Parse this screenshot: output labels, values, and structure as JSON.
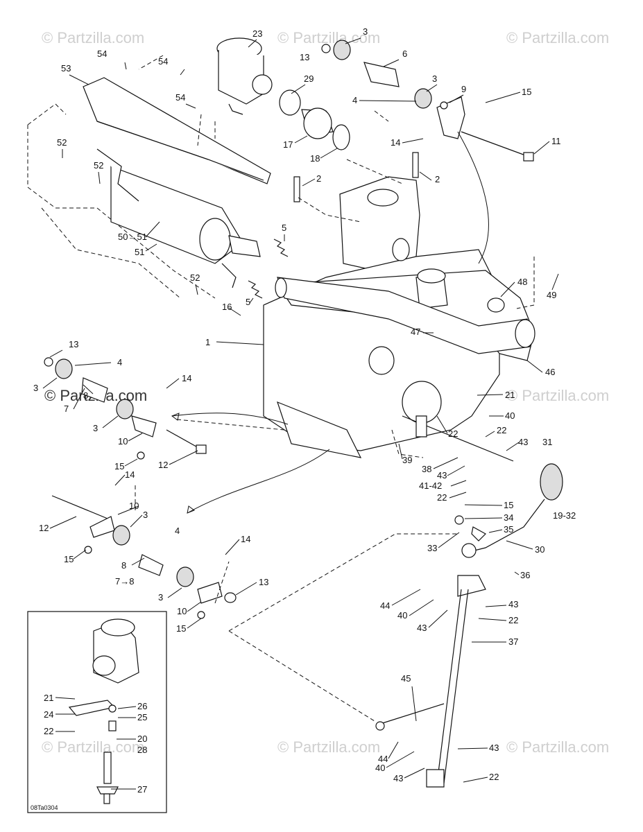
{
  "watermarks": {
    "brand": "© Partzilla.com",
    "prominent": "© Partzilla.com"
  },
  "drawing_code": "08Ta0304",
  "callouts": [
    {
      "id": "c23",
      "text": "23"
    },
    {
      "id": "c54a",
      "text": "54"
    },
    {
      "id": "c54b",
      "text": "54"
    },
    {
      "id": "c54c",
      "text": "54"
    },
    {
      "id": "c53",
      "text": "53"
    },
    {
      "id": "c29",
      "text": "29"
    },
    {
      "id": "c17",
      "text": "17"
    },
    {
      "id": "c18",
      "text": "18"
    },
    {
      "id": "c3a",
      "text": "3"
    },
    {
      "id": "c13a",
      "text": "13"
    },
    {
      "id": "c6",
      "text": "6"
    },
    {
      "id": "c4a",
      "text": "4"
    },
    {
      "id": "c3b",
      "text": "3"
    },
    {
      "id": "c9",
      "text": "9"
    },
    {
      "id": "c15a",
      "text": "15"
    },
    {
      "id": "c14a",
      "text": "14"
    },
    {
      "id": "c11",
      "text": "11"
    },
    {
      "id": "c2a",
      "text": "2"
    },
    {
      "id": "c2b",
      "text": "2"
    },
    {
      "id": "c52a",
      "text": "52"
    },
    {
      "id": "c52b",
      "text": "52"
    },
    {
      "id": "c5a",
      "text": "5"
    },
    {
      "id": "c50",
      "text": "50→51"
    },
    {
      "id": "c51",
      "text": "51"
    },
    {
      "id": "c52c",
      "text": "52"
    },
    {
      "id": "c5b",
      "text": "5"
    },
    {
      "id": "c16",
      "text": "16"
    },
    {
      "id": "c48",
      "text": "48"
    },
    {
      "id": "c49",
      "text": "49"
    },
    {
      "id": "c1",
      "text": "1"
    },
    {
      "id": "c47",
      "text": "47"
    },
    {
      "id": "c46",
      "text": "46"
    },
    {
      "id": "c13b",
      "text": "13"
    },
    {
      "id": "c4b",
      "text": "4"
    },
    {
      "id": "c3c",
      "text": "3"
    },
    {
      "id": "c8a",
      "text": "8"
    },
    {
      "id": "c7a",
      "text": "7"
    },
    {
      "id": "c14b",
      "text": "14"
    },
    {
      "id": "c3d",
      "text": "3"
    },
    {
      "id": "c10a",
      "text": "10"
    },
    {
      "id": "c15b",
      "text": "15"
    },
    {
      "id": "c12a",
      "text": "12"
    },
    {
      "id": "c21a",
      "text": "21"
    },
    {
      "id": "c40a",
      "text": "40"
    },
    {
      "id": "c22a",
      "text": "22"
    },
    {
      "id": "c22b",
      "text": "22"
    },
    {
      "id": "c43a",
      "text": "43"
    },
    {
      "id": "c31",
      "text": "31"
    },
    {
      "id": "c39",
      "text": "39"
    },
    {
      "id": "c38",
      "text": "38"
    },
    {
      "id": "c43b",
      "text": "43"
    },
    {
      "id": "c4142",
      "text": "41-42"
    },
    {
      "id": "c22c",
      "text": "22"
    },
    {
      "id": "c15c",
      "text": "15"
    },
    {
      "id": "c1932",
      "text": "19-32"
    },
    {
      "id": "c34",
      "text": "34"
    },
    {
      "id": "c35",
      "text": "35"
    },
    {
      "id": "c33",
      "text": "33"
    },
    {
      "id": "c30",
      "text": "30"
    },
    {
      "id": "c14c",
      "text": "14"
    },
    {
      "id": "c10b",
      "text": "10"
    },
    {
      "id": "c3e",
      "text": "3"
    },
    {
      "id": "c12b",
      "text": "12"
    },
    {
      "id": "c4c",
      "text": "4"
    },
    {
      "id": "c15d",
      "text": "15"
    },
    {
      "id": "c8b",
      "text": "8"
    },
    {
      "id": "c78",
      "text": "7→8"
    },
    {
      "id": "c14d",
      "text": "14"
    },
    {
      "id": "c3f",
      "text": "3"
    },
    {
      "id": "c13c",
      "text": "13"
    },
    {
      "id": "c10c",
      "text": "10"
    },
    {
      "id": "c15e",
      "text": "15"
    },
    {
      "id": "c36",
      "text": "36"
    },
    {
      "id": "c44a",
      "text": "44"
    },
    {
      "id": "c40b",
      "text": "40"
    },
    {
      "id": "c43c",
      "text": "43"
    },
    {
      "id": "c22d",
      "text": "22"
    },
    {
      "id": "c43d",
      "text": "43"
    },
    {
      "id": "c37",
      "text": "37"
    },
    {
      "id": "c45",
      "text": "45"
    },
    {
      "id": "c44b",
      "text": "44"
    },
    {
      "id": "c40c",
      "text": "40"
    },
    {
      "id": "c43e",
      "text": "43"
    },
    {
      "id": "c43f",
      "text": "43"
    },
    {
      "id": "c22e",
      "text": "22"
    },
    {
      "id": "c21b",
      "text": "21"
    },
    {
      "id": "c26",
      "text": "26"
    },
    {
      "id": "c24",
      "text": "24"
    },
    {
      "id": "c25",
      "text": "25"
    },
    {
      "id": "c22f",
      "text": "22"
    },
    {
      "id": "c20",
      "text": "20"
    },
    {
      "id": "c28",
      "text": "28"
    },
    {
      "id": "c27",
      "text": "27"
    }
  ]
}
